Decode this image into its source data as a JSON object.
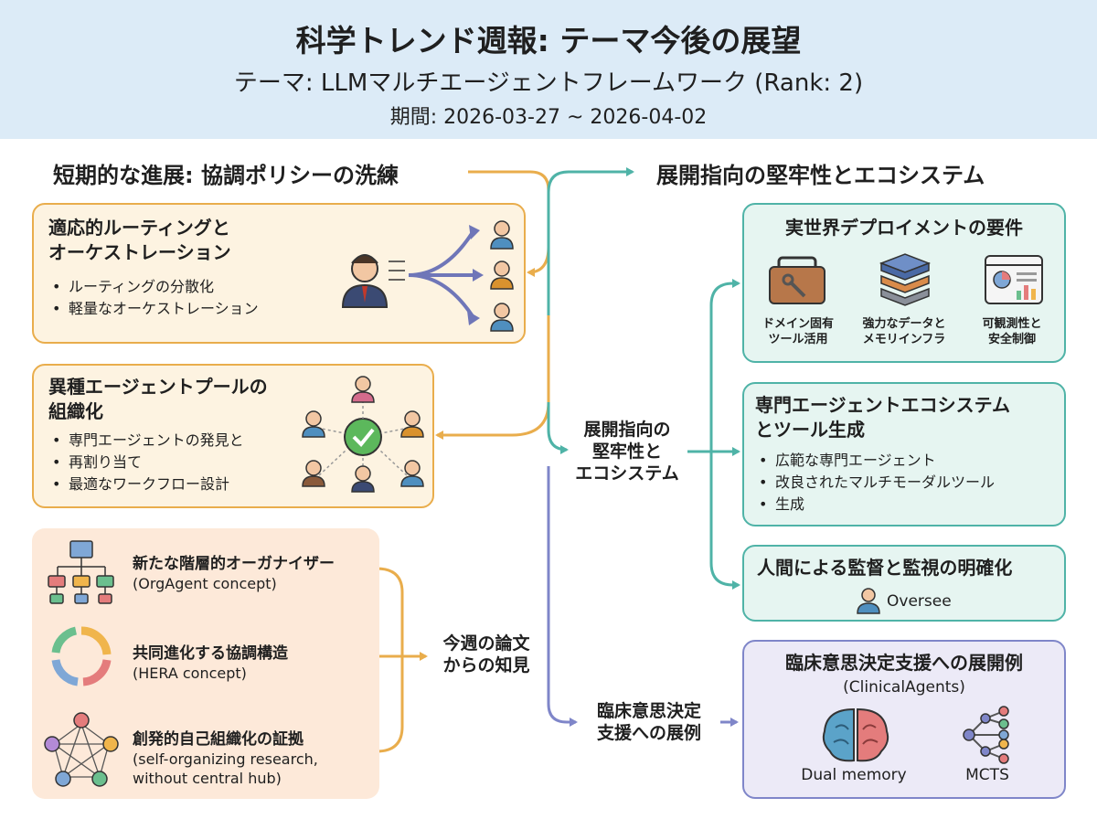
{
  "header": {
    "title": "科学トレンド週報: テーマ今後の展望",
    "subtitle": "テーマ: LLMマルチエージェントフレームワーク (Rank: 2)",
    "period": "期間: 2026-03-27 ~ 2026-04-02"
  },
  "left": {
    "section_title": "短期的な進展: 協調ポリシーの洗練",
    "routing": {
      "title_line1": "適応的ルーティングと",
      "title_line2": "オーケストレーション",
      "items": [
        "ルーティングの分散化",
        "軽量なオーケストレーション"
      ]
    },
    "pool": {
      "title_line1": "異種エージェントプールの",
      "title_line2": "組織化",
      "items": [
        "専門エージェントの発見と",
        "再割り当て",
        "最適なワークフロー設計"
      ]
    },
    "papers": {
      "p1_title": "新たな階層的オーガナイザー",
      "p1_note": "(OrgAgent concept)",
      "p2_title": "共同進化する協調構造",
      "p2_note": "(HERA concept)",
      "p3_title": "創発的自己組織化の証拠",
      "p3_note_line1": "(self-organizing research,",
      "p3_note_line2": "without central hub)"
    },
    "insight_line1": "今週の論文",
    "insight_line2": "からの知見"
  },
  "center": {
    "deploy_line1": "展開指向の",
    "deploy_line2": "堅牢性と",
    "deploy_line3": "エコシステム",
    "clinical_line1": "臨床意思決定",
    "clinical_line2": "支援への展例"
  },
  "right": {
    "section_title": "展開指向の堅牢性とエコシステム",
    "req": {
      "title": "実世界デプロイメントの要件",
      "c1_line1": "ドメイン固有",
      "c1_line2": "ツール活用",
      "c2_line1": "強力なデータと",
      "c2_line2": "メモリインフラ",
      "c3_line1": "可観測性と",
      "c3_line2": "安全制御"
    },
    "eco": {
      "title_line1": "専門エージェントエコシステム",
      "title_line2": "とツール生成",
      "items": [
        "広範な専門エージェント",
        "改良されたマルチモーダルツール",
        "生成"
      ]
    },
    "oversight": {
      "title": "人間による監督と監視の明確化",
      "label": "Oversee"
    },
    "clinical": {
      "title": "臨床意思決定支援への展開例",
      "subtitle": "(ClinicalAgents)",
      "dual": "Dual memory",
      "mcts": "MCTS"
    }
  },
  "colors": {
    "orange": "#e9ad4c",
    "teal": "#4fb3a7",
    "purple": "#7f86c9",
    "header_bg": "#dcebf7",
    "peach": "#fde9d9"
  }
}
